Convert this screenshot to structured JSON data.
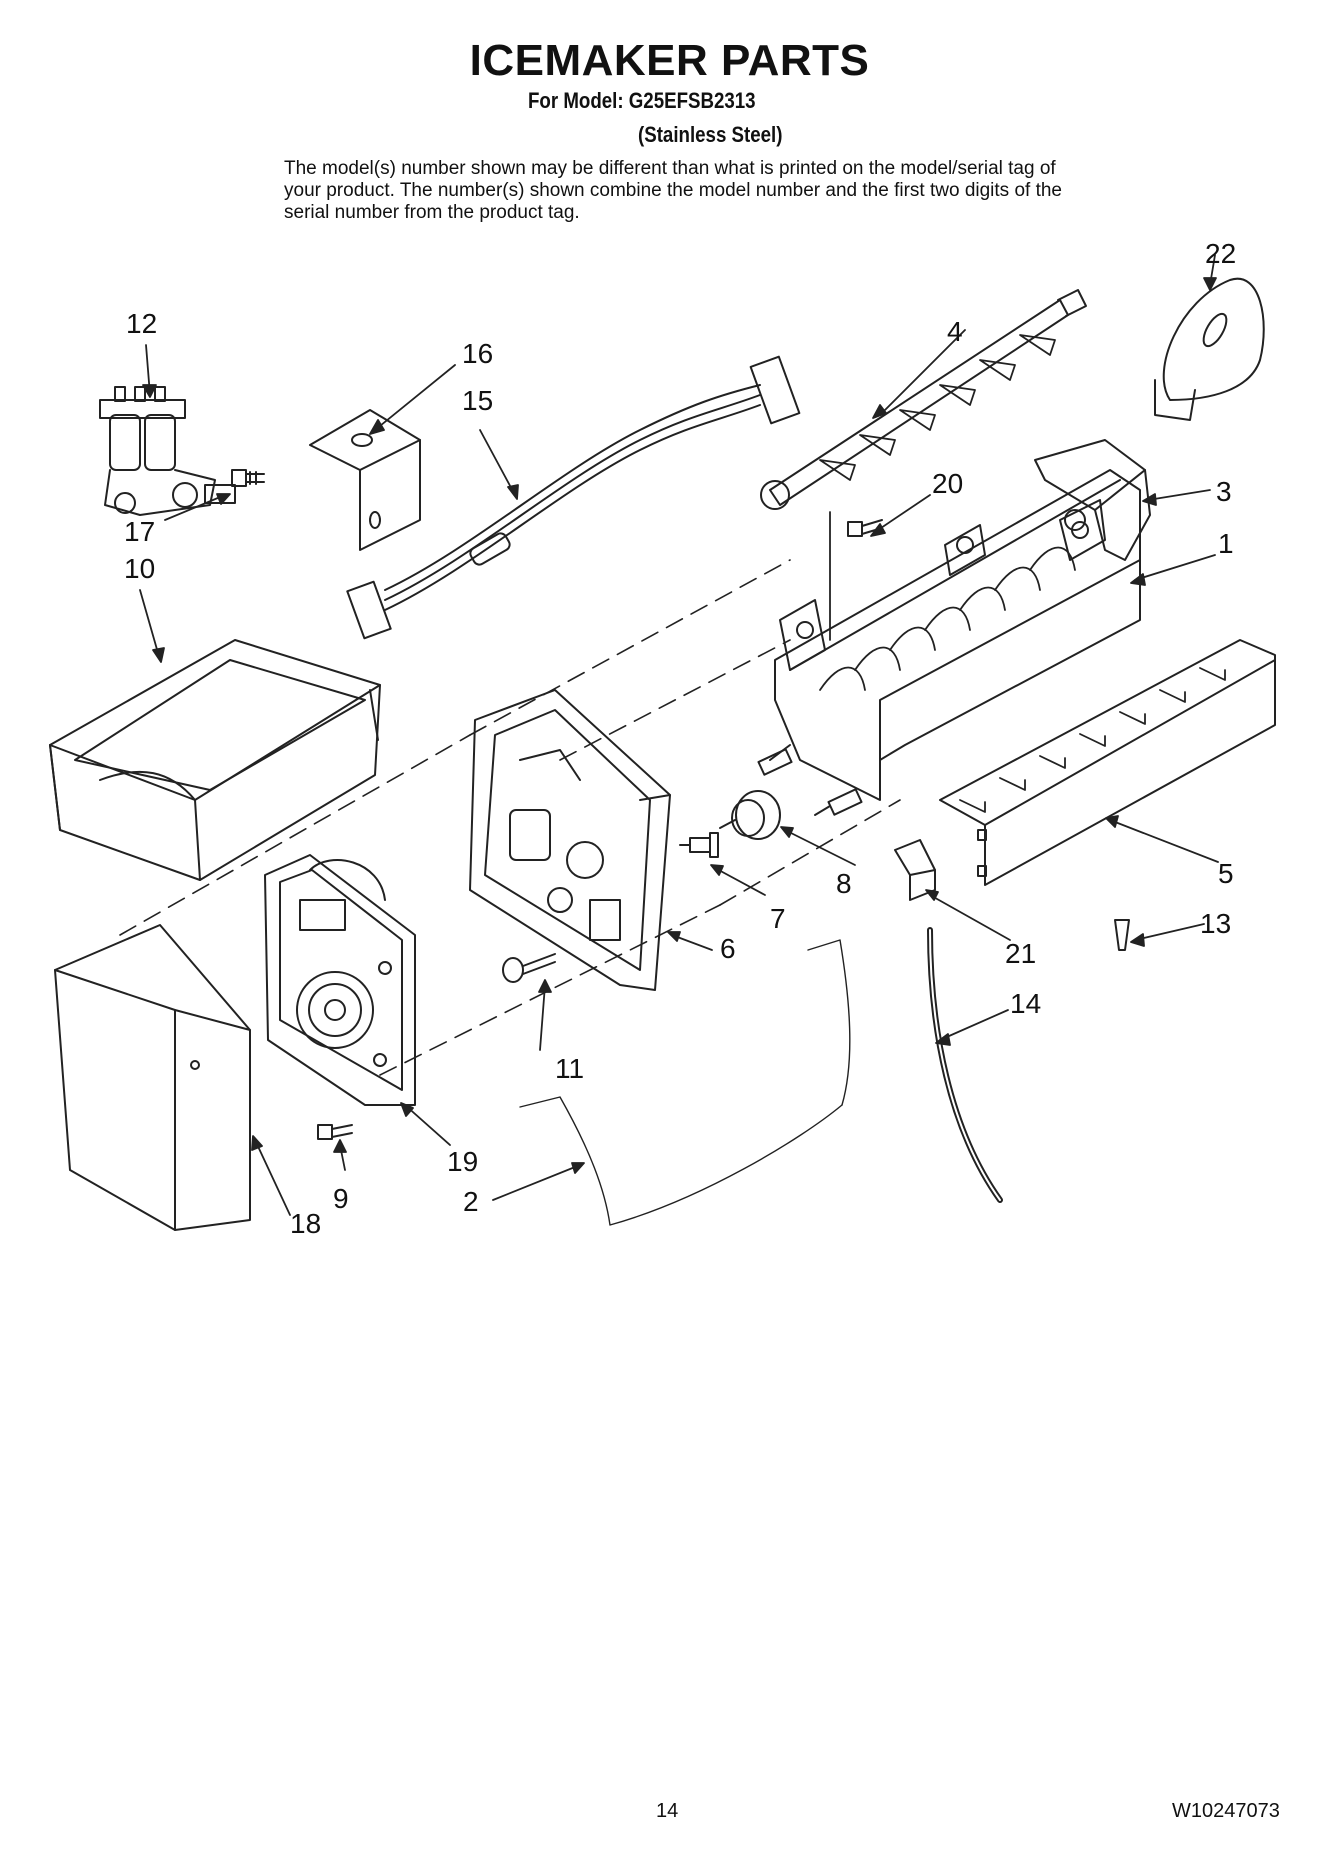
{
  "header": {
    "title": "ICEMAKER PARTS",
    "model_line": "For Model: G25EFSB2313",
    "variant": "(Stainless Steel)",
    "description": "The model(s) number shown may be different than what is printed on the model/serial tag of your product. The number(s) shown combine the model number and the first two digits of the serial number from the product tag."
  },
  "callouts": [
    "1",
    "2",
    "3",
    "4",
    "5",
    "6",
    "7",
    "8",
    "9",
    "10",
    "11",
    "12",
    "13",
    "14",
    "15",
    "16",
    "17",
    "18",
    "19",
    "20",
    "21",
    "22"
  ],
  "footer": {
    "page_number": "14",
    "doc_number": "W10247073"
  }
}
